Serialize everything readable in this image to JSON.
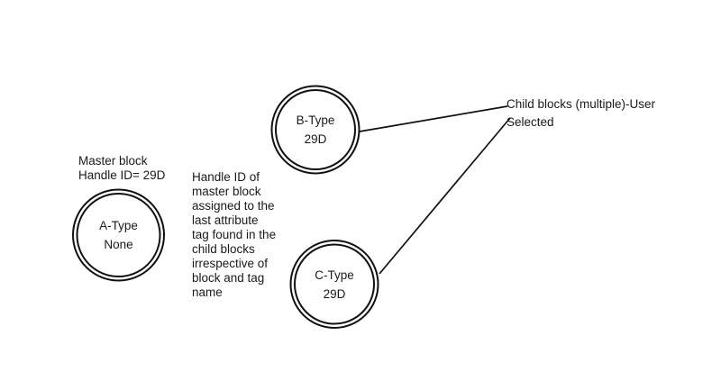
{
  "page": {
    "background_color": "#ffffff",
    "ink_color": "#111111"
  },
  "nodes": [
    {
      "id": "A",
      "text": "A-Type\nNone"
    },
    {
      "id": "B",
      "text": "B-Type\n29D"
    },
    {
      "id": "C",
      "text": "C-Type\n29D"
    }
  ],
  "annotations": {
    "master_block_label": "Master block\nHandle ID= 29D",
    "middle_note": "Handle ID of\nmaster block\nassigned to the\nlast attribute\ntag found in the\nchild blocks\nirrespective of\nblock and tag\nname",
    "child_blocks_label": "Child blocks (multiple)-User\nSelected"
  }
}
